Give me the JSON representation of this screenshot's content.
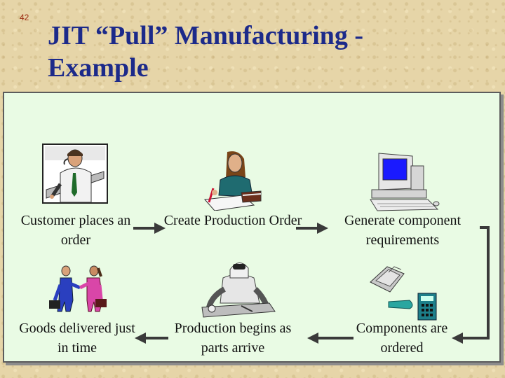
{
  "slide": {
    "number": "42",
    "title": "JIT “Pull” Manufacturing - Example"
  },
  "steps": {
    "customer": "Customer places an order",
    "create": "Create Production Order",
    "generate": "Generate component requirements",
    "ordered": "Components are ordered",
    "production": "Production begins as parts arrive",
    "delivered": "Goods delivered just in time"
  },
  "colors": {
    "title": "#1c2a8a",
    "panel": "#e9fbe4",
    "arrow": "#3a3a3a"
  },
  "icons": [
    "call-center-agent-icon",
    "clerk-writing-icon",
    "computer-icon",
    "fax-machine-icon",
    "telephone-icon",
    "technician-icon",
    "business-handshake-icon"
  ]
}
